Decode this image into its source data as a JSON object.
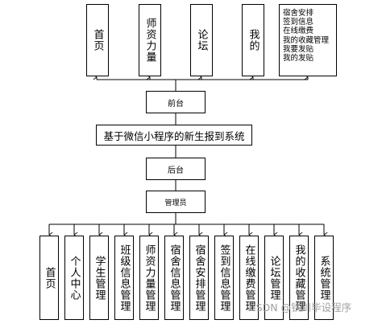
{
  "title": "基于微信小程序的新生报到系统",
  "front": {
    "label": "前台",
    "modules": [
      "首页",
      "师资力量",
      "论坛",
      "我的"
    ],
    "mine_submenu": [
      "宿舍安排",
      "签到信息",
      "在线缴费",
      "我的收藏管理",
      "我要发贴",
      "我的发贴"
    ]
  },
  "back": {
    "label": "后台",
    "role": "管理员",
    "modules": [
      "首页",
      "个人中心",
      "学生管理",
      "班级信息管理",
      "师资力量管理",
      "宿舍信息管理",
      "宿舍安排管理",
      "签到信息管理",
      "在线缴费管理",
      "论坛管理",
      "我的收藏管理",
      "系统管理"
    ]
  },
  "watermark": "CSDN @铁川毕设程序"
}
